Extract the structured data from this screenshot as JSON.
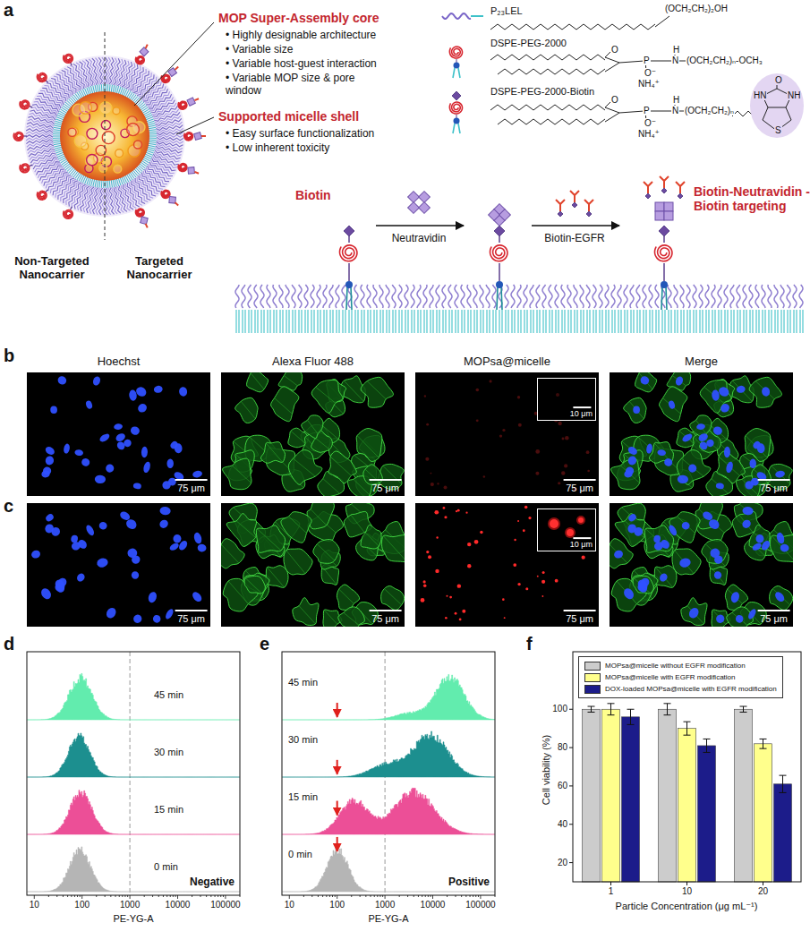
{
  "diagram": {
    "nodes": [
      {
        "text": [
          "Hoechst",
          "75 μm"
        ]
      },
      {
        "text": [
          "Alexa Fluor 488",
          "75 μm"
        ]
      },
      {
        "text": [
          "MOPsa@micelle",
          "75 μm"
        ]
      },
      {
        "text": [
          "10 μm"
        ],
        "in": 2
      },
      {
        "text": [
          "Merge",
          "75 μm"
        ]
      },
      {
        "text": [
          "75 μm"
        ]
      },
      {
        "text": [
          "75 μm"
        ]
      },
      {
        "text": [
          "75 μm"
        ]
      },
      {
        "text": [
          "10 μm"
        ],
        "in": 7
      },
      {
        "text": [
          "75 μm"
        ]
      }
    ],
    "labels": [
      "a",
      "MOP Super-Assembly core",
      "• Highly designable architecture",
      "• Variable size",
      "• Variable host-guest interaction",
      "• Variable MOP size & pore window",
      "Supported micelle shell",
      "• Easy surface functionalization",
      "• Low inherent toxicity",
      "Non-Targeted Nanocarrier",
      "Targeted Nanocarrier",
      "P₂₃LEL",
      "(OCH₂CH₂)₂OH",
      "DSPE-PEG-2000",
      "O",
      "P",
      "O⁻",
      "NH₄⁺",
      "H",
      "N",
      "(OCH₂CH₂)ₙ-OCH₃",
      "DSPE-PEG-2000-Biotin",
      "O",
      "P",
      "O⁻",
      "NH₄⁺",
      "H",
      "N",
      "(OCH₂CH₂)ₙ",
      "O",
      "HN",
      "NH",
      "S",
      "Biotin",
      "Neutravidin",
      "Biotin-EGFR",
      "Biotin-Neutravidin -Biotin targeting",
      "b",
      "c",
      "d",
      "45 min",
      "30 min",
      "15 min",
      "0 min",
      "Negative",
      "10",
      "100",
      "1000",
      "10000",
      "100000",
      "PE-YG-A",
      "e",
      "45 min",
      "30 min",
      "15 min",
      "0 min",
      "Positive",
      "10",
      "100",
      "1000",
      "10000",
      "100000",
      "PE-YG-A",
      "f",
      "Cell viability (%)",
      "20",
      "40",
      "60",
      "80",
      "100",
      "1",
      "10",
      "20",
      "Particle Concentration (μg mL⁻¹)"
    ],
    "legend": [
      {
        "text": "MOPsa@micelle without EGFR modification",
        "color": "#cccccc"
      },
      {
        "text": "MOPsa@micelle with EGFR modification",
        "color": "#ffff8c"
      },
      {
        "text": "DOX-loaded MOPsa@micelle with EGFR modification",
        "color": "#1c1c8a"
      }
    ]
  }
}
